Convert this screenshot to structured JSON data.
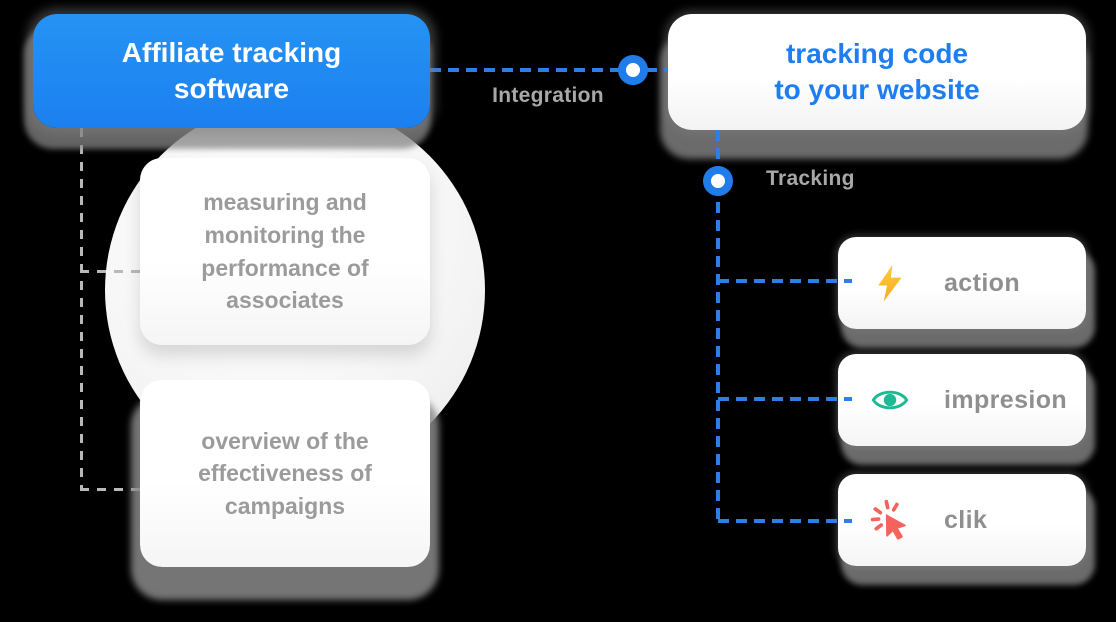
{
  "diagram": {
    "main_box": {
      "label": "Affiliate tracking\nsoftware"
    },
    "website_box": {
      "label": "tracking code\nto your website"
    },
    "connectors": {
      "integration_label": "Integration",
      "tracking_label": "Tracking"
    },
    "features": [
      {
        "label": "measuring and monitoring the performance of associates"
      },
      {
        "label": "overview of the effectiveness of campaigns"
      }
    ],
    "events": [
      {
        "label": "action",
        "icon": "lightning-icon",
        "icon_color": "#FFB82E"
      },
      {
        "label": "impresion",
        "icon": "eye-icon",
        "icon_color": "#1CB995"
      },
      {
        "label": "clik",
        "icon": "cursor-click-icon",
        "icon_color": "#F4645C"
      }
    ],
    "colors": {
      "background": "#000000",
      "primary_blue": "#1E87F0",
      "connector_blue": "#2E7EE8",
      "node_ring_blue": "#1F7CE8",
      "label_gray": "#A8A8A8",
      "body_text_gray": "#9B9B9B",
      "shadow_gray": "#8A8A8A",
      "card_white": "#FFFFFF"
    }
  }
}
